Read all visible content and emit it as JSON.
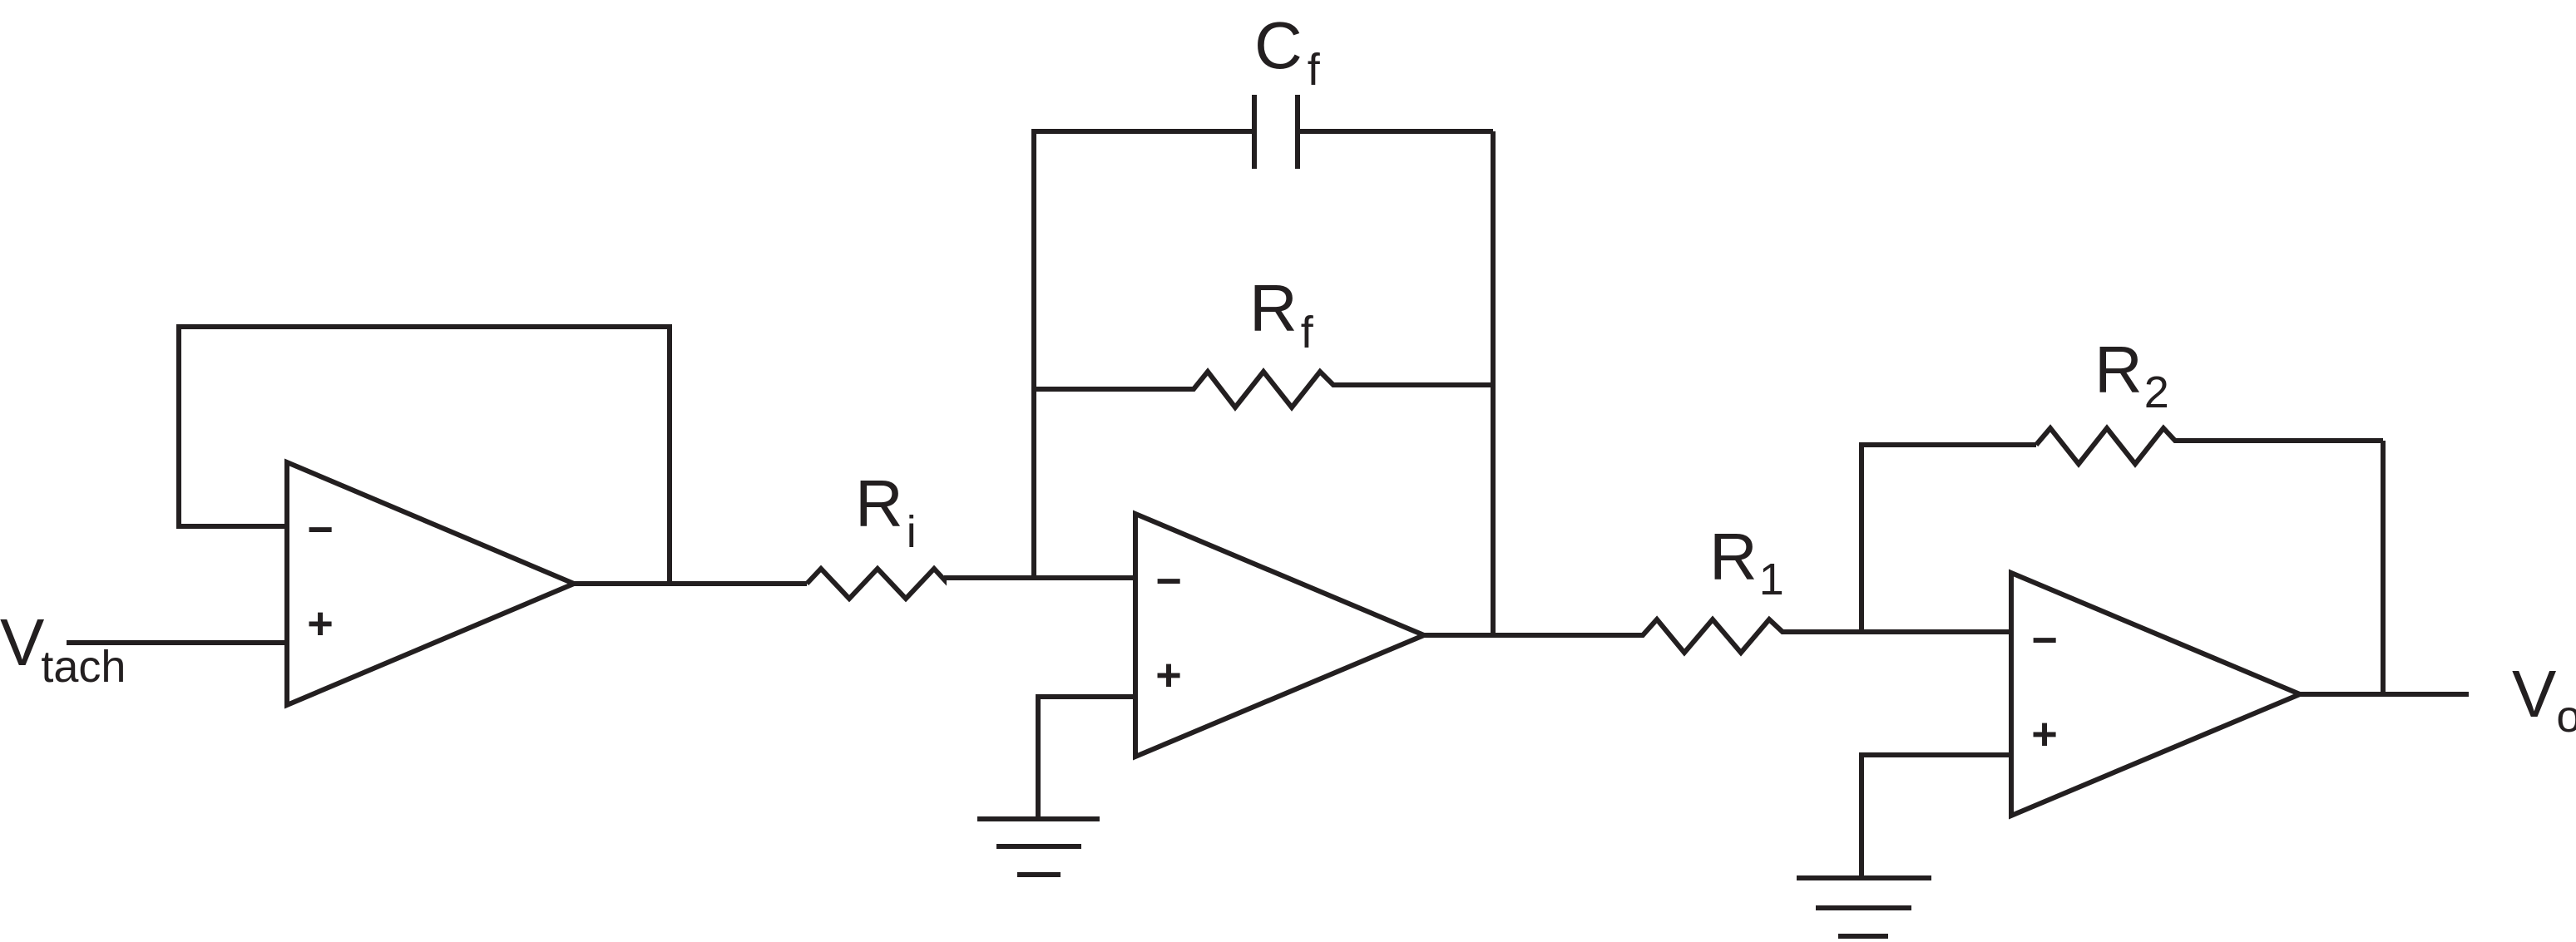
{
  "diagram": {
    "inputs": {
      "vtach": {
        "main": "V",
        "sub": "tach"
      }
    },
    "outputs": {
      "vo": {
        "main": "V",
        "sub": "o"
      }
    },
    "components": {
      "cf": {
        "main": "C",
        "sub": "f"
      },
      "rf": {
        "main": "R",
        "sub": "f"
      },
      "ri": {
        "main": "R",
        "sub": "i"
      },
      "r1": {
        "main": "R",
        "sub": "1"
      },
      "r2": {
        "main": "R",
        "sub": "2"
      }
    },
    "opamps": {
      "buffer": {
        "inverting": "−",
        "noninverting": "+"
      },
      "integrator": {
        "inverting": "−",
        "noninverting": "+"
      },
      "inverter": {
        "inverting": "−",
        "noninverting": "+"
      }
    }
  }
}
